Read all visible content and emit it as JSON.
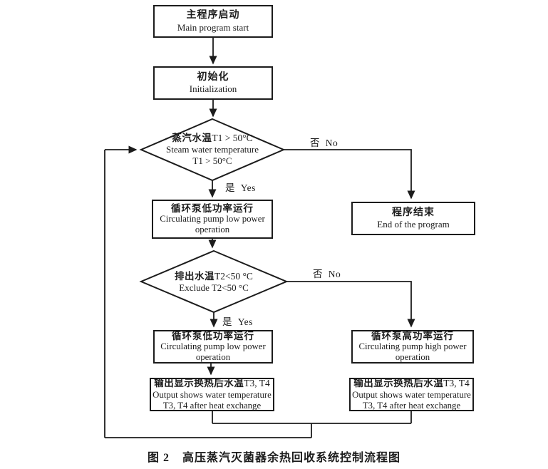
{
  "figure": {
    "caption_label": "图 2",
    "caption_text": "高压蒸汽灭菌器余热回收系统控制流程图"
  },
  "colors": {
    "ink": "#1c1c1c",
    "paper": "#ffffff"
  },
  "nodes": {
    "start": {
      "zh": "主程序启动",
      "en": "Main program start"
    },
    "init": {
      "zh": "初始化",
      "en": "Initialization"
    },
    "decision1": {
      "zh_bold": "蒸汽水温",
      "zh_rest": "T1 > 50°C",
      "en1": "Steam water temperature",
      "en2": "T1 > 50°C"
    },
    "pump_low_1": {
      "zh": "循环泵低功率运行",
      "en1": "Circulating pump low power",
      "en2": "operation"
    },
    "program_end": {
      "zh": "程序结束",
      "en": "End of the program"
    },
    "decision2": {
      "zh_bold": "排出水温",
      "zh_rest": "T2<50 °C",
      "en1": "Exclude T2<50 °C"
    },
    "pump_low_2": {
      "zh": "循环泵低功率运行",
      "en1": "Circulating pump low power",
      "en2": "operation"
    },
    "pump_high": {
      "zh": "循环泵高功率运行",
      "en1": "Circulating pump high power",
      "en2": "operation"
    },
    "output_left": {
      "zh_bold": "输出显示换热后水温",
      "zh_rest": "T3, T4",
      "en1": "Output shows water temperature",
      "en2": "T3, T4 after heat exchange"
    },
    "output_right": {
      "zh_bold": "输出显示换热后水温",
      "zh_rest": "T3, T4",
      "en1": "Output shows water temperature",
      "en2": "T3, T4 after heat exchange"
    }
  },
  "labels": {
    "yes1": "是  Yes",
    "no1": "否  No",
    "yes2": "是  Yes",
    "no2": "否  No"
  },
  "edges": [
    {
      "from": "start",
      "to": "init"
    },
    {
      "from": "init",
      "to": "decision1"
    },
    {
      "from": "decision1",
      "to": "pump_low_1",
      "label": "是 Yes"
    },
    {
      "from": "decision1",
      "to": "program_end",
      "label": "否 No"
    },
    {
      "from": "pump_low_1",
      "to": "decision2"
    },
    {
      "from": "decision2",
      "to": "pump_low_2",
      "label": "是 Yes"
    },
    {
      "from": "decision2",
      "to": "pump_high",
      "label": "否 No"
    },
    {
      "from": "pump_low_2",
      "to": "output_left"
    },
    {
      "from": "output_left",
      "to": "decision1",
      "note": "feedback loop"
    },
    {
      "from": "output_right",
      "to": "decision1",
      "note": "feedback loop"
    }
  ]
}
